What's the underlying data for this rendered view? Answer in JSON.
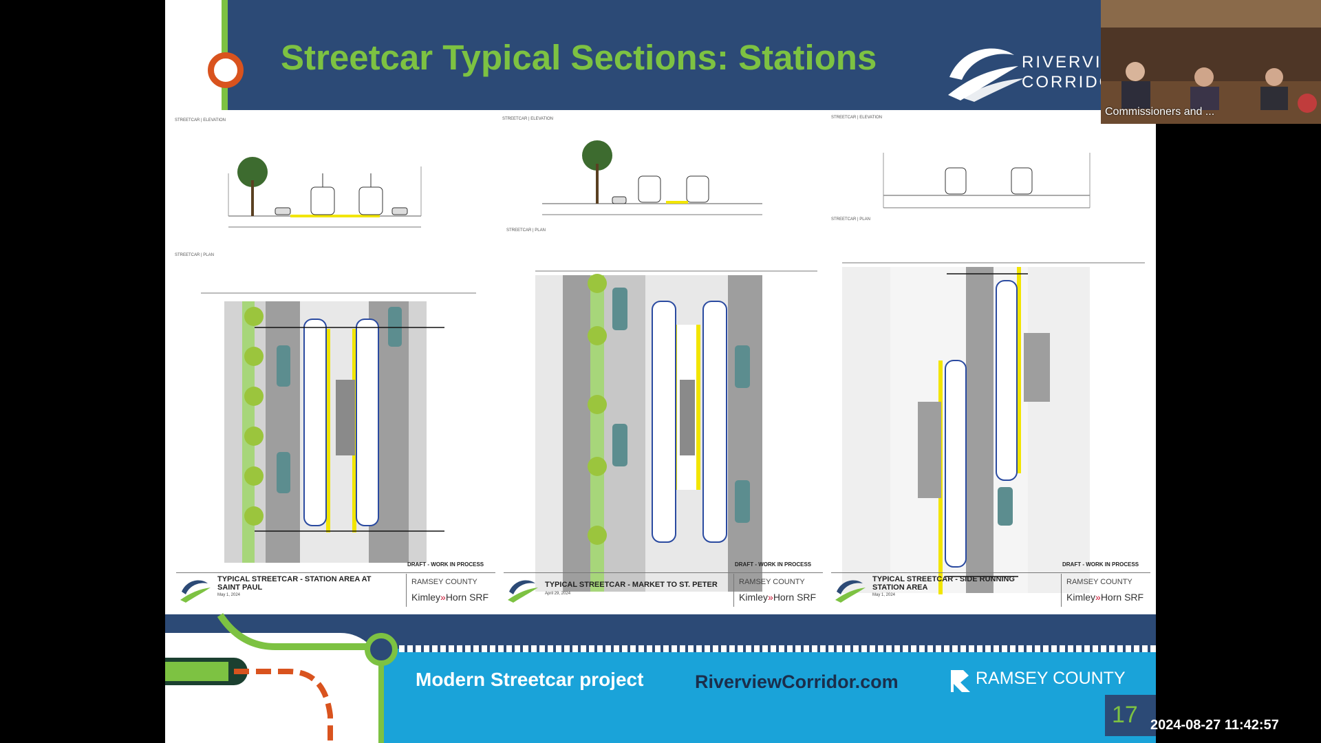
{
  "slide": {
    "title": "Streetcar Typical Sections: Stations",
    "logo": {
      "line1": "RIVERVIE",
      "line2": "CORRIDO"
    },
    "page_number": "17"
  },
  "panels": [
    {
      "elevation_label": "STREETCAR | ELEVATION",
      "plan_label": "STREETCAR | PLAN",
      "draft": "DRAFT - WORK IN PROCESS",
      "title_line1": "TYPICAL STREETCAR - STATION AREA AT",
      "title_line2": "SAINT PAUL",
      "date": "May 1, 2024",
      "county": "RAMSEY COUNTY",
      "firm1": "Kimley",
      "firm2": "Horn",
      "firm3": "SRF"
    },
    {
      "elevation_label": "STREETCAR | ELEVATION",
      "plan_label": "STREETCAR | PLAN",
      "draft": "DRAFT - WORK IN PROCESS",
      "title_line1": "TYPICAL STREETCAR - MARKET TO ST. PETER",
      "title_line2": "",
      "date": "April 29, 2024",
      "county": "RAMSEY COUNTY",
      "firm1": "Kimley",
      "firm2": "Horn",
      "firm3": "SRF"
    },
    {
      "elevation_label": "STREETCAR | ELEVATION",
      "plan_label": "STREETCAR | PLAN",
      "draft": "DRAFT - WORK IN PROCESS",
      "title_line1": "TYPICAL STREETCAR - SIDE RUNNING",
      "title_line2": "STATION AREA",
      "date": "May 1, 2024",
      "county": "RAMSEY COUNTY",
      "firm1": "Kimley",
      "firm2": "Horn",
      "firm3": "SRF"
    }
  ],
  "footer": {
    "project": "Modern Streetcar project",
    "website": "RiverviewCorridor.com",
    "county": "RAMSEY COUNTY"
  },
  "video": {
    "label": "Commissioners and ..."
  },
  "timestamp": "2024-08-27  11:42:57",
  "colors": {
    "navy": "#2c4a76",
    "green": "#7dc242",
    "orange": "#d9531e",
    "teal": "#1aa3d9",
    "yellow": "#f2e500"
  }
}
